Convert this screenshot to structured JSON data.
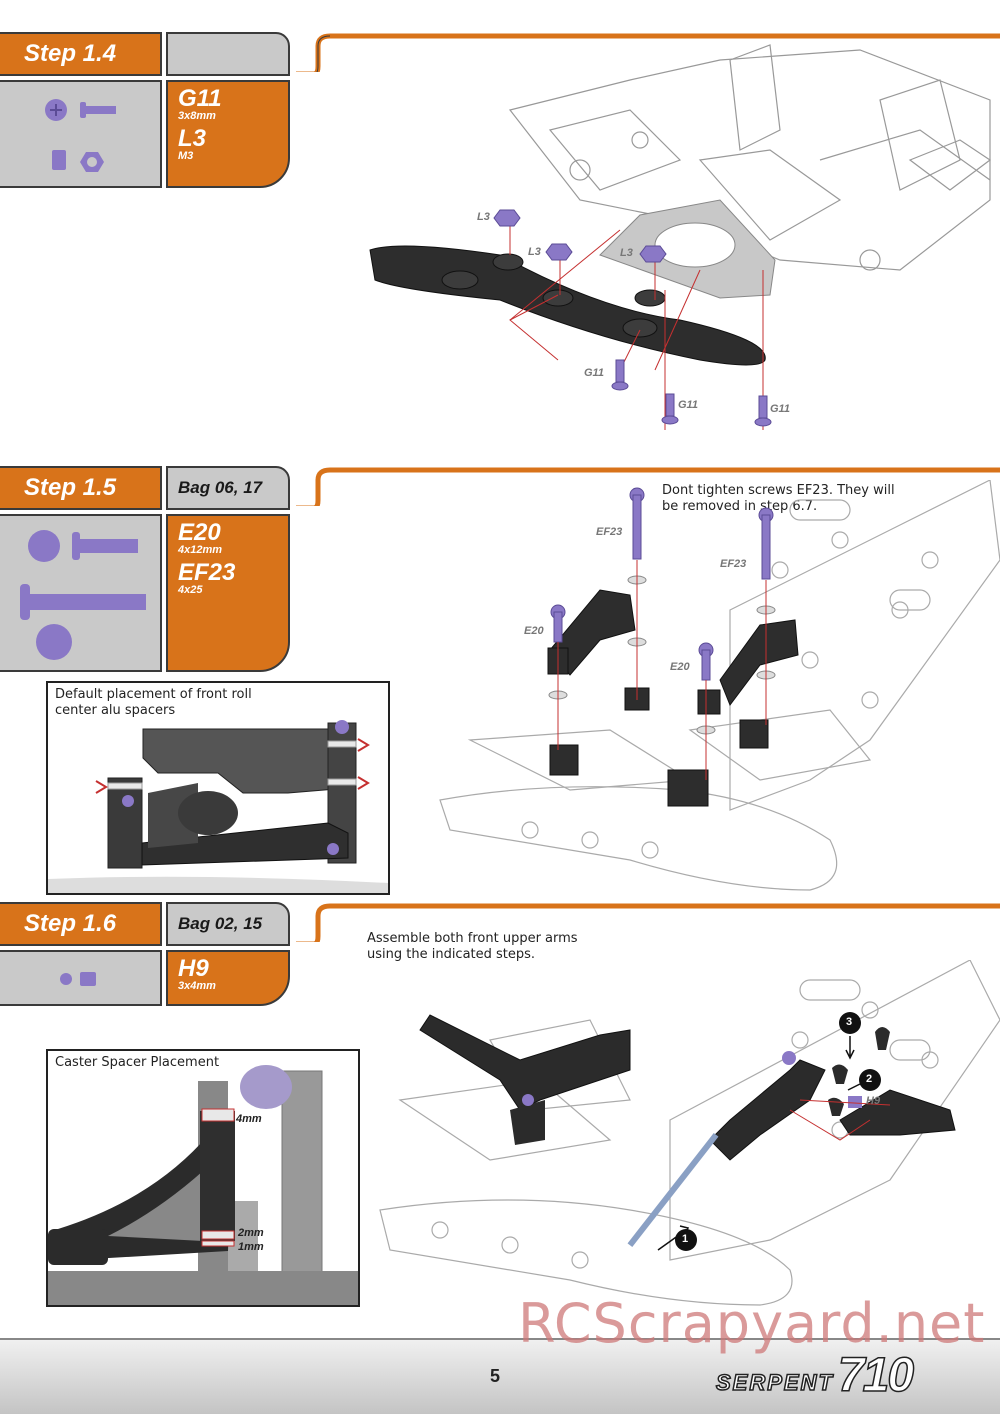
{
  "steps": [
    {
      "step_label": "Step 1.4",
      "bag_label": "",
      "parts": [
        {
          "code": "G11",
          "size": "3x8mm",
          "icon": "screw-icon"
        },
        {
          "code": "L3",
          "size": "M3",
          "icon": "locknut-icon"
        }
      ],
      "callouts": [
        "L3",
        "L3",
        "L3",
        "G11",
        "G11",
        "G11"
      ]
    },
    {
      "step_label": "Step 1.5",
      "bag_label": "Bag 06, 17",
      "parts": [
        {
          "code": "E20",
          "size": "4x12mm",
          "icon": "screw-icon"
        },
        {
          "code": "EF23",
          "size": "4x25",
          "icon": "long-screw-icon"
        }
      ],
      "note": "Dont tighten screws EF23. They will be removed in step 6.7.",
      "inset_title": "Default placement of front roll center alu spacers",
      "callouts": [
        "EF23",
        "EF23",
        "E20",
        "E20"
      ]
    },
    {
      "step_label": "Step 1.6",
      "bag_label": "Bag 02, 15",
      "parts": [
        {
          "code": "H9",
          "size": "3x4mm",
          "icon": "spacer-icon"
        }
      ],
      "note": "Assemble both front upper arms using the indicated steps.",
      "inset_title": "Caster Spacer Placement",
      "inset_labels": [
        "4mm",
        "2mm",
        "1mm"
      ],
      "callouts": [
        "H9",
        "1",
        "2",
        "3"
      ]
    }
  ],
  "footer": {
    "page_number": "5",
    "brand_word": "SERPENT",
    "brand_number": "710"
  },
  "watermark": "RCScrapyard.net",
  "colors": {
    "accent_orange": "#d8731a",
    "panel_gray": "#c9c9c9",
    "part_purple": "#8a78c6"
  }
}
